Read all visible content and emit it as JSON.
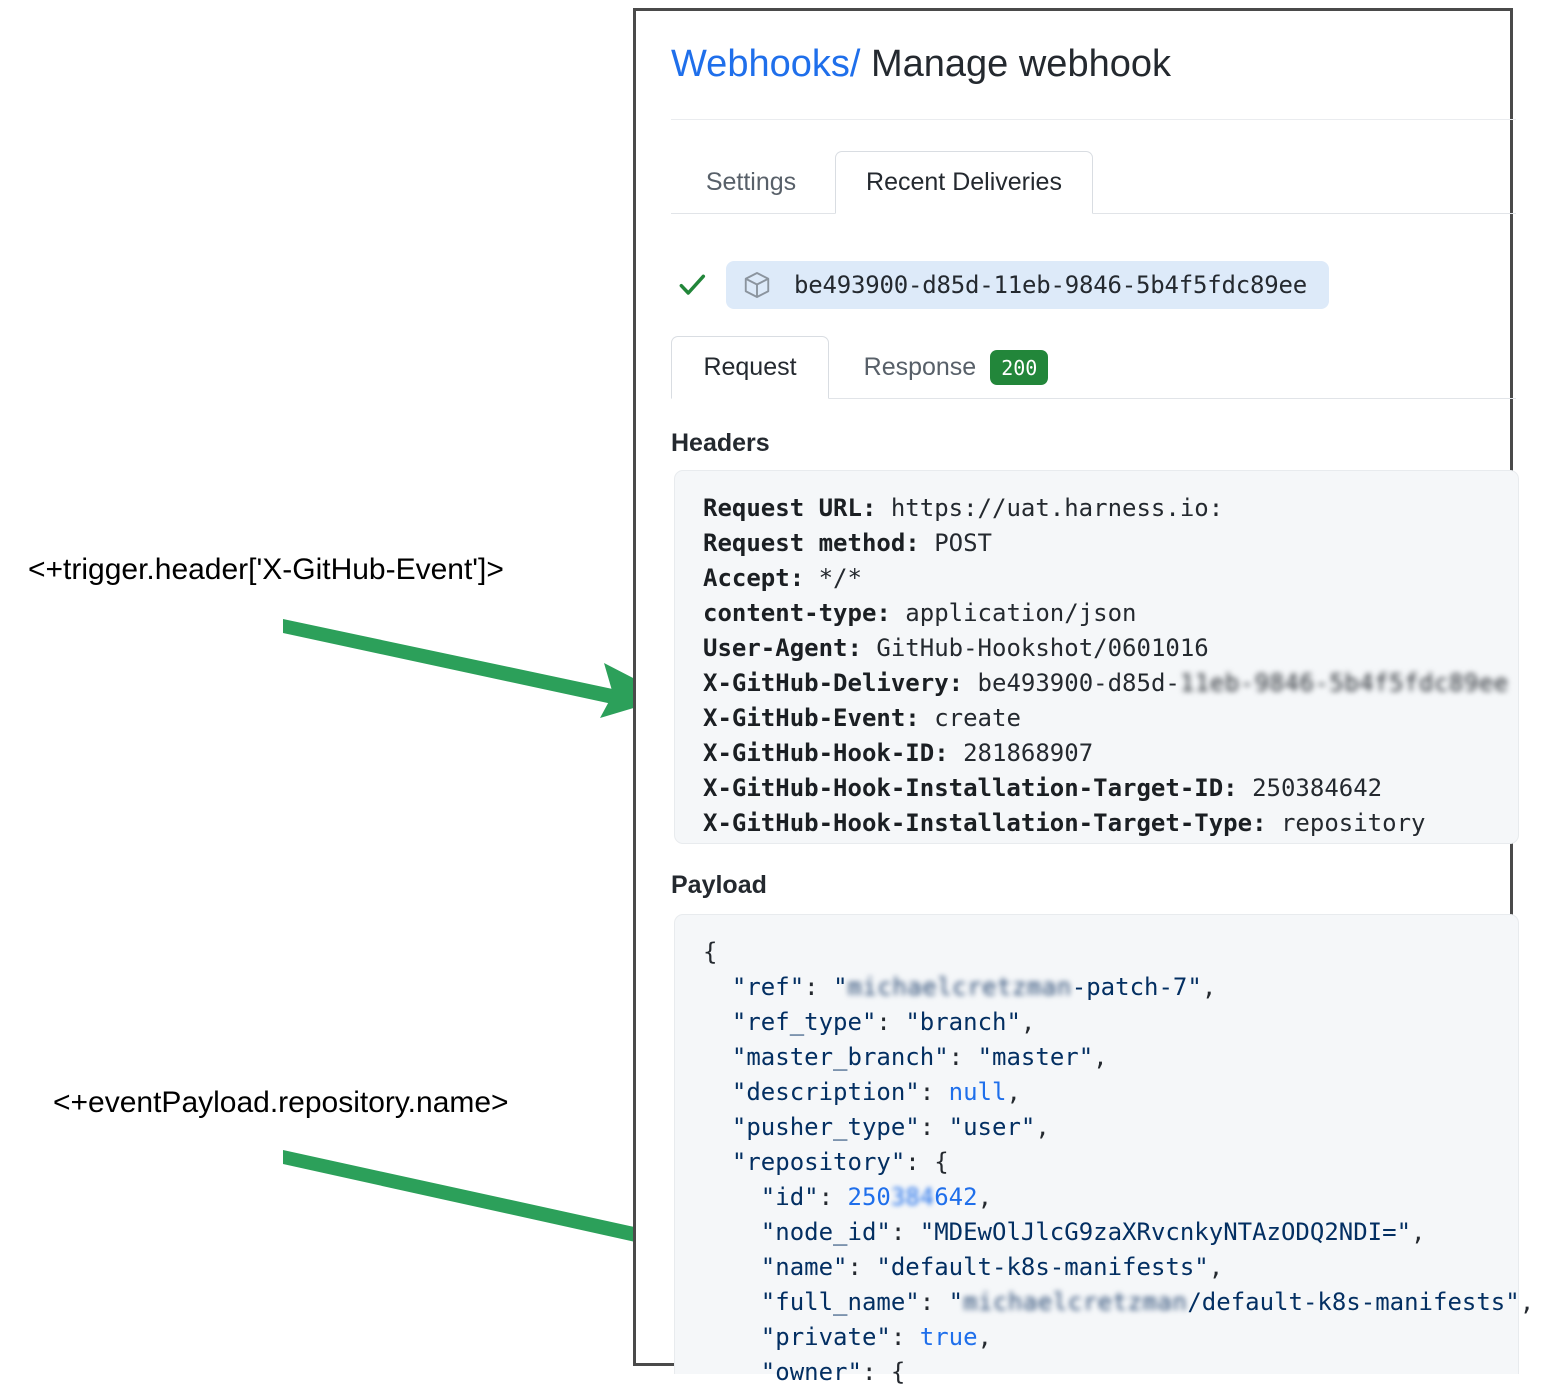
{
  "annotations": [
    {
      "id": "trigger-header-expression",
      "text": "<+trigger.header['X-GitHub-Event']>"
    },
    {
      "id": "event-payload-expression",
      "text": "<+eventPayload.repository.name>"
    }
  ],
  "panel": {
    "title": {
      "link": "Webhooks",
      "separator": "/",
      "current": "Manage webhook"
    },
    "tabs": [
      {
        "label": "Settings",
        "active": false
      },
      {
        "label": "Recent Deliveries",
        "active": true
      }
    ],
    "delivery": {
      "status_icon": "check-icon",
      "package_icon": "package-box-icon",
      "id": "be493900-d85d-11eb-9846-5b4f5fdc89ee"
    },
    "subtabs": [
      {
        "label": "Request",
        "active": true
      },
      {
        "label": "Response",
        "active": false,
        "badge": "200",
        "badge_color": "#22863a"
      }
    ],
    "headers_section": {
      "label": "Headers",
      "rows": [
        {
          "key": "Request URL:",
          "value": "https://uat.harness.io:"
        },
        {
          "key": "Request method:",
          "value": "POST"
        },
        {
          "key": "Accept:",
          "value": "*/*"
        },
        {
          "key": "content-type:",
          "value": "application/json"
        },
        {
          "key": "User-Agent:",
          "value": "GitHub-Hookshot/0601016"
        },
        {
          "key": "X-GitHub-Delivery:",
          "value": "be493900-d85d-11eb-9846-5b4f5fdc89ee",
          "value_visible": "be493900-d85d-",
          "value_redacted": "11eb-9846-5b4f5fdc89ee"
        },
        {
          "key": "X-GitHub-Event:",
          "value": "create"
        },
        {
          "key": "X-GitHub-Hook-ID:",
          "value": "281868907"
        },
        {
          "key": "X-GitHub-Hook-Installation-Target-ID:",
          "value": "250384642"
        },
        {
          "key": "X-GitHub-Hook-Installation-Target-Type:",
          "value": "repository"
        }
      ]
    },
    "payload_section": {
      "label": "Payload",
      "lines": [
        "{",
        "  \"ref\": \"michaelcretzman-patch-7\",",
        "  \"ref_type\": \"branch\",",
        "  \"master_branch\": \"master\",",
        "  \"description\": null,",
        "  \"pusher_type\": \"user\",",
        "  \"repository\": {",
        "    \"id\": 250384642,",
        "    \"node_id\": \"MDEwOlJlcG9zaXRvcnkyNTAzODQ2NDI=\",",
        "    \"name\": \"default-k8s-manifests\",",
        "    \"full_name\": \"michaelcretzman/default-k8s-manifests\",",
        "    \"private\": true,",
        "    \"owner\": {"
      ],
      "fields": {
        "ref": {
          "redacted_prefix": "michaelcretzman",
          "visible_suffix": "-patch-7"
        },
        "ref_type": "branch",
        "master_branch": "master",
        "description": "null",
        "pusher_type": "user",
        "repository_id": {
          "visible_prefix": "250",
          "redacted_middle": "384",
          "visible_suffix": "642"
        },
        "node_id": "MDEwOlJlcG9zaXRvcnkyNTAzODQ2NDI=",
        "name": "default-k8s-manifests",
        "full_name": {
          "redacted_owner": "michaelcretzman",
          "visible_suffix": "/default-k8s-manifests"
        },
        "private": "true"
      }
    }
  },
  "colors": {
    "arrow_green": "#2ca05a",
    "link_blue": "#1f6feb",
    "badge_green": "#22863a",
    "chip_blue": "#ddeaf9",
    "code_bg": "#f5f7f9"
  }
}
